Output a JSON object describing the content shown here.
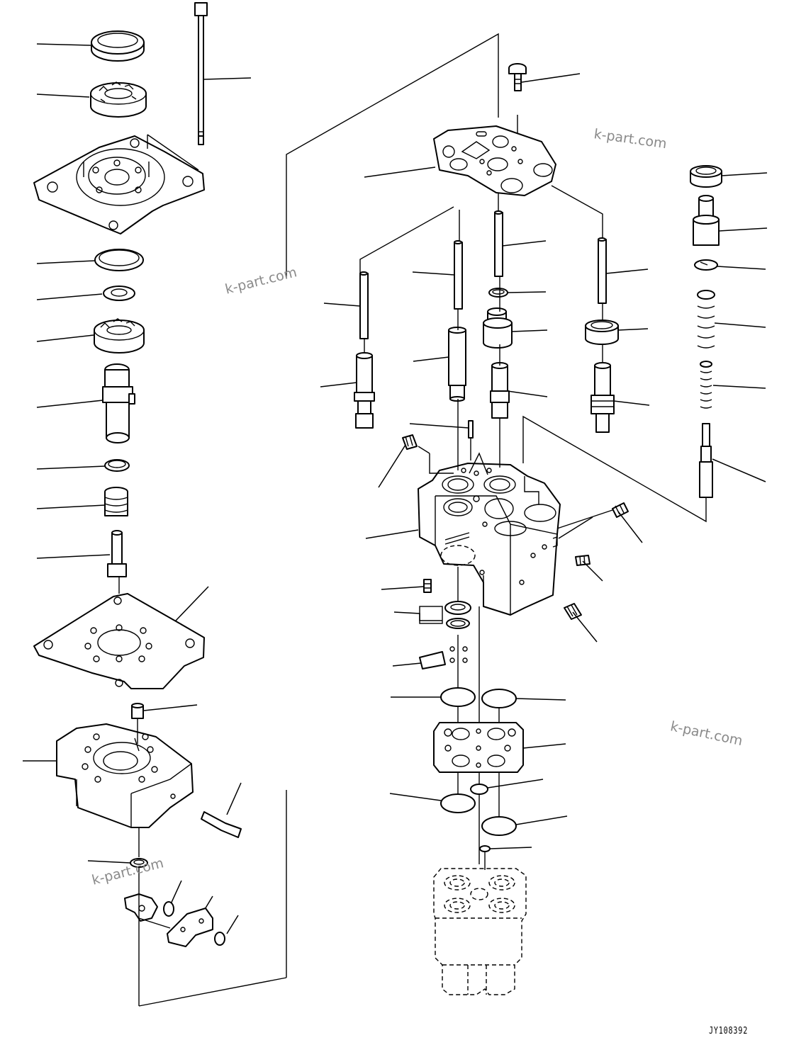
{
  "watermarks": {
    "wm1": "k-part.com",
    "wm2": "k-part.com",
    "wm3": "k-part.com",
    "wm4": "k-part.com"
  },
  "drawing_code": "JY108392"
}
